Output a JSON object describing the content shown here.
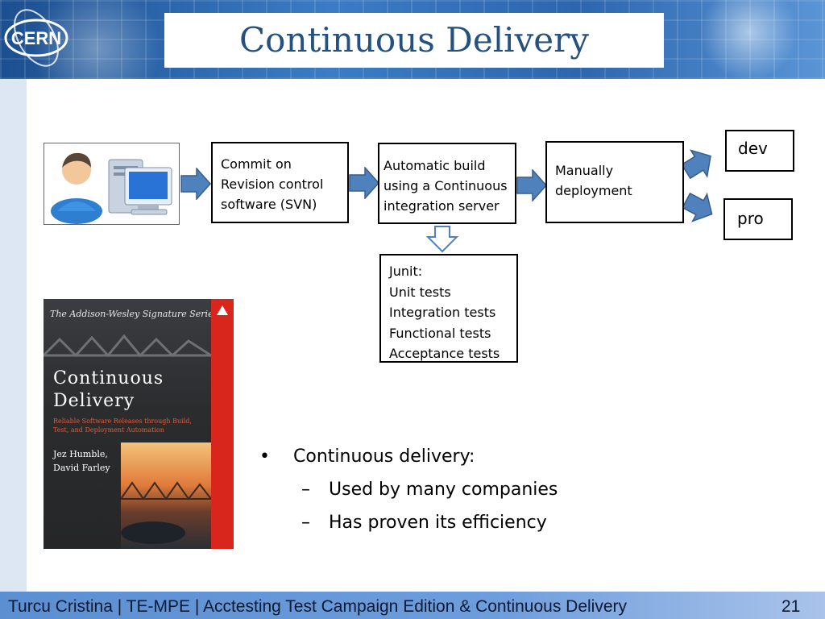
{
  "header": {
    "title": "Continuous Delivery",
    "logo_text": "CERN"
  },
  "flow": {
    "commit": [
      "Commit on",
      "Revision control",
      "software (SVN)"
    ],
    "build": [
      "Automatic build",
      "using a Continuous",
      "integration server"
    ],
    "deploy": [
      "Manually",
      "deployment"
    ],
    "dev": "dev",
    "pro": "pro",
    "tests": [
      "Junit:",
      "Unit tests",
      "Integration tests",
      "Functional tests",
      "Acceptance tests"
    ]
  },
  "book": {
    "series": "The Addison-Wesley Signature Series",
    "title_line1": "Continuous",
    "title_line2": "Delivery",
    "subtitle_line1": "Reliable Software Releases through Build,",
    "subtitle_line2": "Test, and Deployment Automation",
    "author1": "Jez Humble,",
    "author2": "David Farley"
  },
  "bullets": {
    "main": "Continuous delivery:",
    "sub": [
      "Used by many companies",
      "Has proven its efficiency"
    ],
    "bullet_glyph": "•",
    "dash_glyph": "–"
  },
  "footer": {
    "text": "Turcu Cristina | TE-MPE | Acctesting Test Campaign Edition & Continuous Delivery",
    "page_number": "21"
  },
  "colors": {
    "title": "#24517f",
    "arrow_fill": "#4f81bd",
    "arrow_stroke": "#385d8a",
    "book_red": "#d9261c"
  }
}
